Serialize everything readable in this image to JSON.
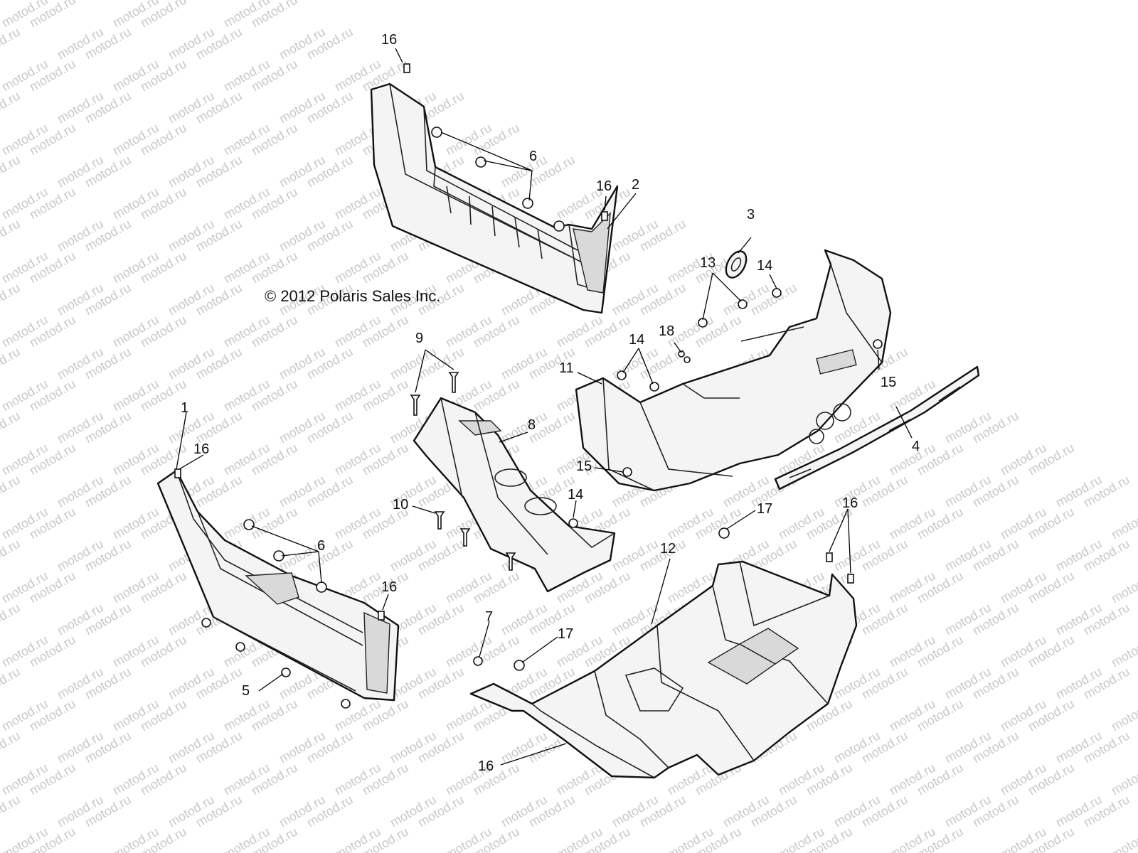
{
  "copyright": "© 2012 Polaris Sales Inc.",
  "watermark": "motod.ru",
  "callouts": {
    "c1": "1",
    "c2": "2",
    "c3": "3",
    "c4": "4",
    "c5": "5",
    "c6_upper": "6",
    "c6_lower": "6",
    "c7": "7",
    "c8": "8",
    "c9": "9",
    "c10": "10",
    "c11": "11",
    "c12": "12",
    "c13": "13",
    "c14_right": "14",
    "c14_mid": "14",
    "c14_console": "14",
    "c15_right": "15",
    "c15_mid": "15",
    "c16_top": "16",
    "c16_upper_right": "16",
    "c16_left": "16",
    "c16_lower_left": "16",
    "c16_right": "16",
    "c16_bottom": "16",
    "c17_right": "17",
    "c17_left": "17",
    "c18": "18"
  }
}
